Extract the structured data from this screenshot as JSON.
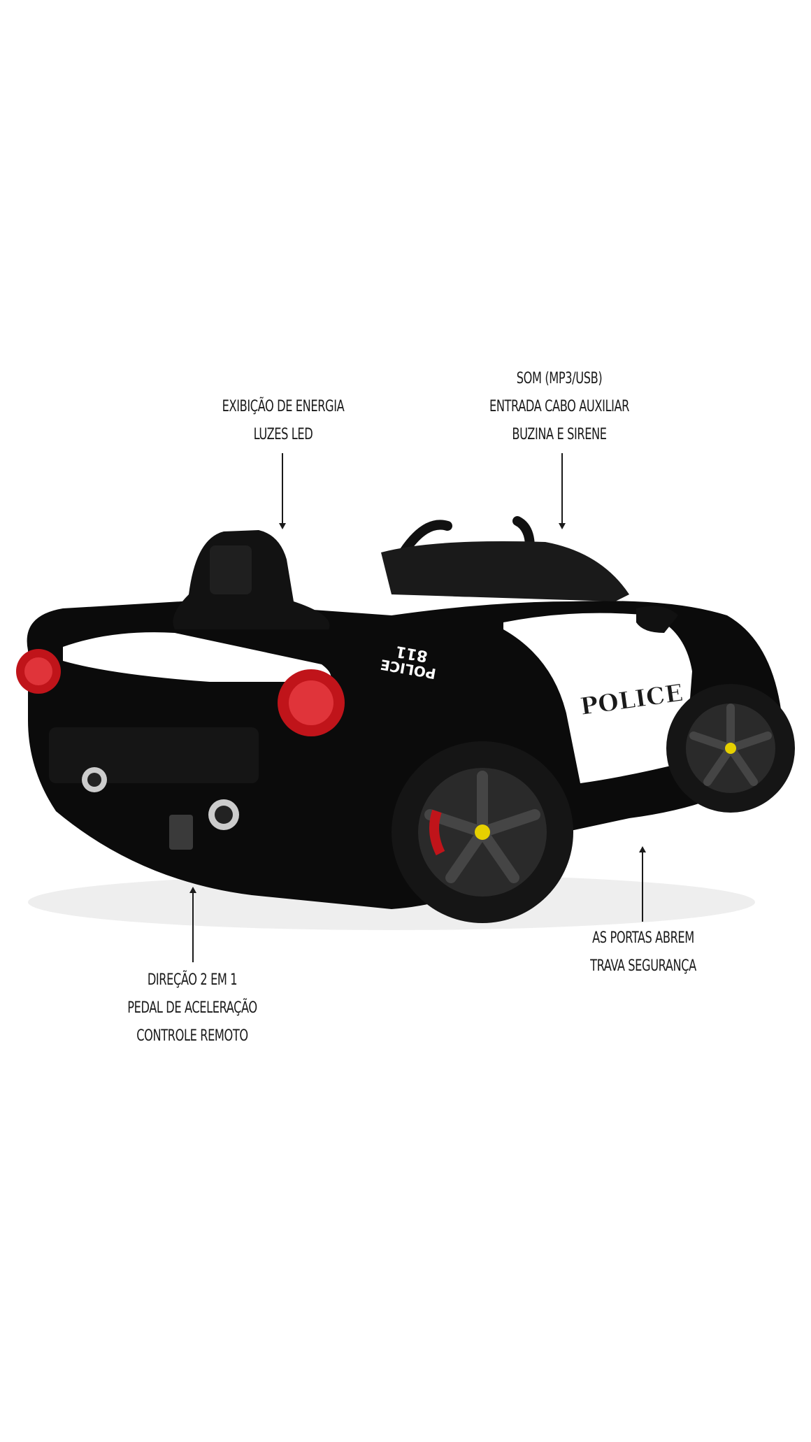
{
  "callouts": {
    "energy": {
      "lines": [
        "EXIBIÇÃO DE ENERGIA",
        "LUZES LED"
      ]
    },
    "sound": {
      "lines": [
        "SOM (MP3/USB)",
        "ENTRADA CABO AUXILIAR",
        "BUZINA E SIRENE"
      ]
    },
    "doors": {
      "lines": [
        "AS PORTAS ABREM",
        "TRAVA SEGURANÇA"
      ]
    },
    "steering": {
      "lines": [
        "DIREÇÃO 2 EM 1",
        "PEDAL DE ACELERAÇÃO",
        "CONTROLE REMOTO"
      ]
    }
  },
  "car": {
    "icon": "ride-on-police-car",
    "door_decal": "POLICE",
    "rear_decal_number": "811",
    "rear_decal_text": "POLICE",
    "colors": {
      "body": "#0b0b0b",
      "panel": "#ffffff",
      "tail_light": "#c0141a",
      "wheel": "#2a2a2a",
      "hub": "#e6d000",
      "brake": "#c0141a"
    }
  }
}
